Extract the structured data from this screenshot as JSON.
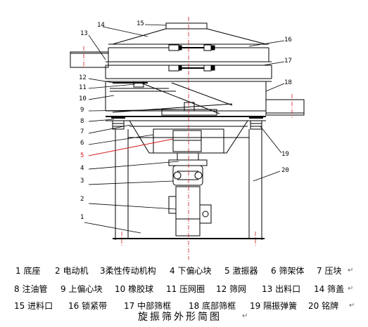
{
  "diagram": {
    "callouts": [
      "1",
      "2",
      "3",
      "4",
      "5",
      "6",
      "7",
      "8",
      "9",
      "10",
      "11",
      "12",
      "13",
      "14",
      "15",
      "16",
      "17",
      "18",
      "19",
      "20"
    ],
    "highlight_callout": "5"
  },
  "legend": {
    "rows": [
      [
        "1 底座",
        "2 电动机",
        "3柔性传动机构",
        "4 下偏心块",
        "5 激振器",
        "6 筛架体",
        "7 压块"
      ],
      [
        "8 注油管",
        "9 上偏心块",
        "10 橡胶球",
        "11 压网圈",
        "12 筛网",
        "13 出料口",
        "14 筛盖"
      ],
      [
        "15 进料口",
        "16 锁紧带",
        "17 中部筛框",
        "18 底部筛框",
        "19 隔振弹簧",
        "20 铭牌"
      ]
    ],
    "line_end_mark": "↵"
  },
  "caption": "旋振筛外形简图",
  "colors": {
    "line": "#000000",
    "highlight": "#d21a1a",
    "axis": "#d21a1a"
  }
}
